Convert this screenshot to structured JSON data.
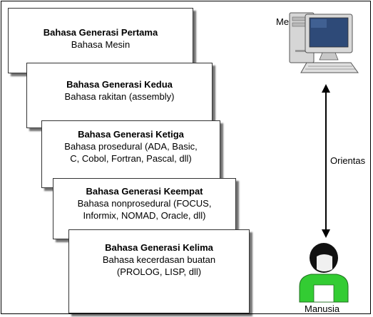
{
  "generations": [
    {
      "title": "Bahasa Generasi Pertama",
      "desc": "Bahasa Mesin"
    },
    {
      "title": "Bahasa Generasi Kedua",
      "desc": "Bahasa rakitan (assembly)"
    },
    {
      "title": "Bahasa Generasi Ketiga",
      "desc": "Bahasa prosedural (ADA, Basic,\nC, Cobol, Fortran, Pascal, dll)"
    },
    {
      "title": "Bahasa Generasi Keempat",
      "desc": "Bahasa nonprosedural (FOCUS,\nInformix, NOMAD, Oracle, dll)"
    },
    {
      "title": "Bahasa Generasi Kelima",
      "desc": "Bahasa kecerdasan buatan\n(PROLOG, LISP, dll)"
    }
  ],
  "labels": {
    "machine": "Mesin",
    "orientation": "Orientas",
    "human": "Manusia"
  },
  "icons": {
    "machine": "computer-icon",
    "human": "person-icon"
  },
  "colors": {
    "person_body": "#33cc33",
    "person_head": "#111111",
    "computer_body": "#d8d8d8"
  }
}
